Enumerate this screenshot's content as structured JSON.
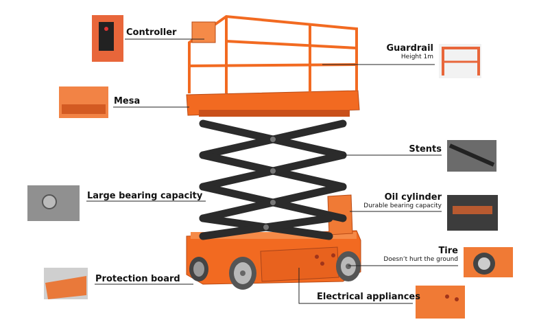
{
  "callouts": {
    "controller": {
      "title": "Controller"
    },
    "mesa": {
      "title": "Mesa"
    },
    "large_bearing": {
      "title": "Large bearing capacity"
    },
    "protection_board": {
      "title": "Protection board"
    },
    "guardrail": {
      "title": "Guardrail",
      "sub": "Height 1m"
    },
    "stents": {
      "title": "Stents"
    },
    "oil_cylinder": {
      "title": "Oil cylinder",
      "sub": "Durable bearing capacity"
    },
    "tire": {
      "title": "Tire",
      "sub": "Doesn’t hurt the ground"
    },
    "electrical": {
      "title": "Electrical appliances"
    }
  },
  "colors": {
    "machine_orange": "#f26a21",
    "machine_dark_orange": "#c9501a",
    "scissor_black": "#2b2b2b",
    "tire_gray": "#8a8a8a",
    "leader_line": "#222222"
  }
}
